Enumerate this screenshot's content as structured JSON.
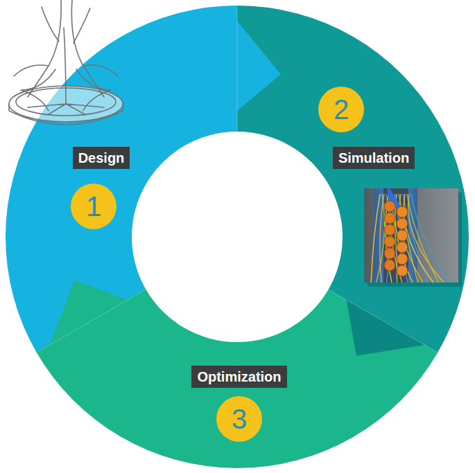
{
  "diagram": {
    "nodes": [
      {
        "text": [
          "Design"
        ]
      },
      {
        "text": [
          "1"
        ]
      },
      {
        "text": [
          "2"
        ]
      },
      {
        "text": [
          "Simulation"
        ]
      },
      {
        "text": [
          "Optimization"
        ]
      },
      {
        "text": [
          "3"
        ]
      }
    ]
  }
}
